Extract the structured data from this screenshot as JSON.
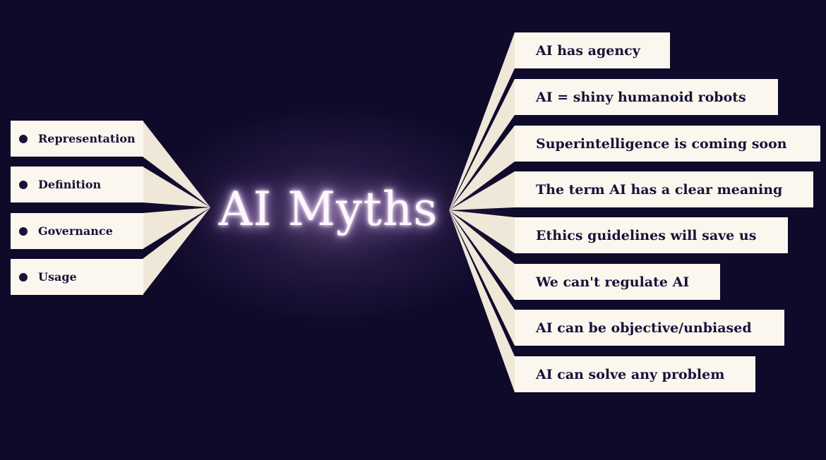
{
  "title": "AI Myths",
  "left_items": [
    {
      "label": "Representation"
    },
    {
      "label": "Definition"
    },
    {
      "label": "Governance"
    },
    {
      "label": "Usage"
    }
  ],
  "right_items": [
    {
      "label": "AI has agency"
    },
    {
      "label": "AI = shiny humanoid robots"
    },
    {
      "label": "Superintelligence is coming soon"
    },
    {
      "label": "The term AI has a clear meaning"
    },
    {
      "label": "Ethics guidelines will save us"
    },
    {
      "label": "We can't regulate AI"
    },
    {
      "label": "AI can be objective/unbiased"
    },
    {
      "label": "AI can solve any problem"
    }
  ],
  "colors": {
    "background": "#0f0a2a",
    "box": "#fbf7ee",
    "text": "#17123a",
    "glow": "#b08bd0"
  }
}
